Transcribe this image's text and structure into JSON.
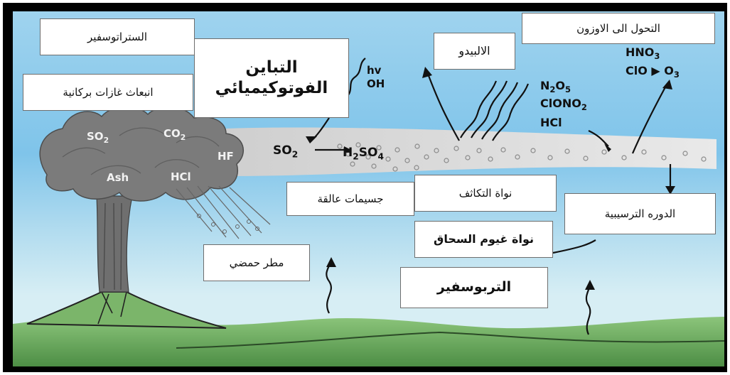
{
  "labels": {
    "stratosphere": "الستراتوسفير",
    "photochemical_variation": "التباين الفوتوكيميائي",
    "volcanic_gas_emissions": "انبعاث غازات بركانية",
    "albedo": "الالبيدو",
    "ozone_conversion": "التحول الى الاوزون",
    "suspended_particles": "جسيمات عالقة",
    "condensation_nuclei": "نواة التكاثف",
    "sedimentation_cycle": "الدوره الترسيبية",
    "cirrus_nuclei": "نواة غيوم السحاق",
    "acid_rain": "مطر حمضي",
    "troposphere": "التربوسفير"
  },
  "chemistry": {
    "hv": "hv",
    "oh": "OH",
    "so2_base": "SO",
    "so2_sub": "2",
    "h2so4_h": "H",
    "h2so4_sub1": "2",
    "h2so4_mid": "SO",
    "h2so4_sub2": "4",
    "n2o5_n": "N",
    "n2o5_sub1": "2",
    "n2o5_o": "O",
    "n2o5_sub2": "5",
    "clono2_base": "ClONO",
    "clono2_sub": "2",
    "hcl": "HCl",
    "hno3_base": "HNO",
    "hno3_sub": "3",
    "clo": "ClO",
    "o3_base": "O",
    "o3_sub": "3"
  },
  "plume_labels": {
    "so2_base": "SO",
    "so2_sub": "2",
    "co2_base": "CO",
    "co2_sub": "2",
    "hf": "HF",
    "ash": "Ash",
    "hcl": "HCl"
  },
  "colors": {
    "sky_top": "#9fd3ee",
    "sky_bottom": "#d7eef4",
    "ground": "#6aa75a",
    "plume": "#7d7d7d",
    "aerosol_band": "#d6d6d6"
  }
}
